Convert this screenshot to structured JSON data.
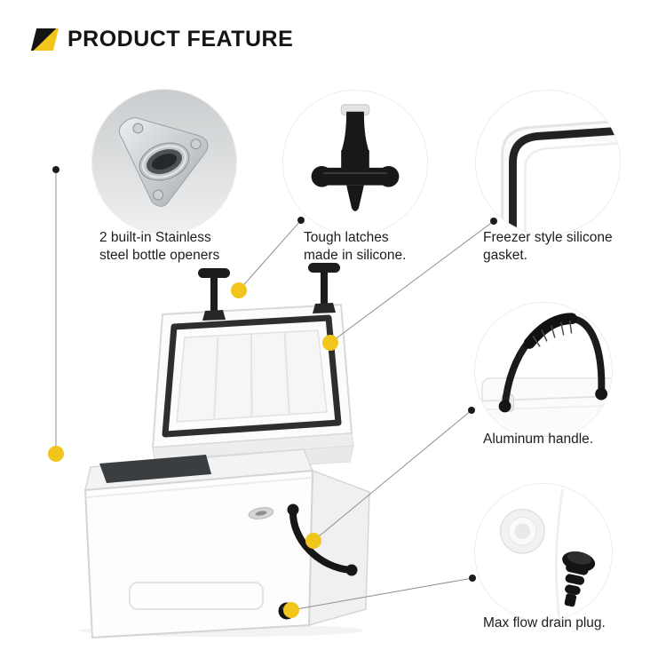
{
  "header": {
    "title": "PRODUCT FEATURE"
  },
  "features": [
    {
      "name": "bottle-openers",
      "label": "2 built-in Stainless steel bottle openers"
    },
    {
      "name": "latches",
      "label": "Tough latches made in silicone."
    },
    {
      "name": "gasket",
      "label": "Freezer style silicone gasket."
    },
    {
      "name": "handle",
      "label": "Aluminum handle."
    },
    {
      "name": "drain-plug",
      "label": "Max flow drain plug."
    }
  ],
  "colors": {
    "accent_yellow": "#F2C51D",
    "dot_black": "#1b1b1b",
    "line_gray": "#909090",
    "text": "#1d1d1d"
  }
}
